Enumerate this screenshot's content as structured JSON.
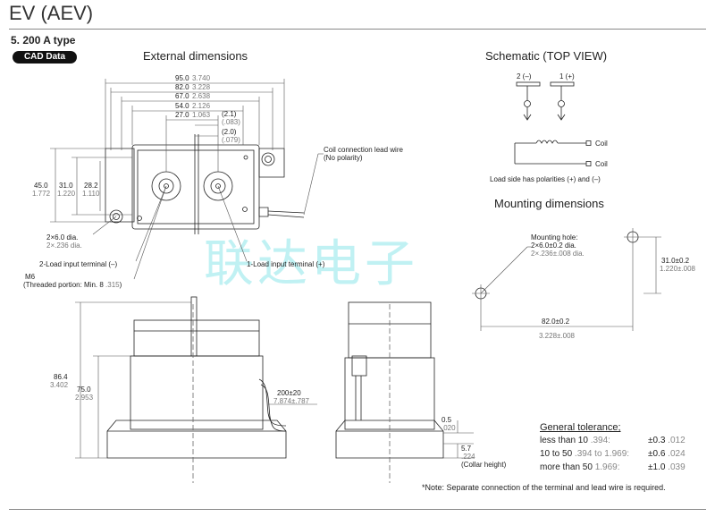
{
  "title": "EV (AEV)",
  "type_label": "5. 200 A type",
  "cad_badge": "CAD Data",
  "headings": {
    "external": "External dimensions",
    "schematic": "Schematic (TOP VIEW)",
    "mounting": "Mounting dimensions"
  },
  "external": {
    "w95": "95.0",
    "w95_in": "3.740",
    "w82": "82.0",
    "w82_in": "3.228",
    "w67": "67.0",
    "w67_in": "2.638",
    "w54": "54.0",
    "w54_in": "2.126",
    "w27": "27.0",
    "w27_in": "1.063",
    "d21": "(2.1)",
    "d21_in": "(.083)",
    "d20": "(2.0)",
    "d20_in": "(.079)",
    "h45": "45.0",
    "h45_in": "1.772",
    "h31": "31.0",
    "h31_in": "1.220",
    "h28": "28.2",
    "h28_in": "1.110",
    "hole": "2×6.0 dia.",
    "hole_in": "2×.236 dia.",
    "coil_lead_1": "Coil connection lead wire",
    "coil_lead_2": "(No polarity)",
    "load2": "2-Load input terminal (–)",
    "load1": "1-Load input terminal (+)",
    "m6": "M6",
    "thread_1": "(Threaded portion: Min. 8 ",
    "thread_in": ".315",
    "thread_2": ")",
    "h864": "86.4",
    "h864_in": "3.402",
    "h75": "75.0",
    "h75_in": "2.953",
    "lead": "200±20",
    "lead_in": "7.874±.787",
    "d05": "0.5",
    "d05_in": ".020",
    "d57": "5.7",
    "d57_in": ".224",
    "collar": "(Collar height)"
  },
  "schematic": {
    "t2": "2 (–)",
    "t1": "1 (+)",
    "coil": "Coil",
    "polarity_note": "Load side has polarities (+) and (–)"
  },
  "mounting": {
    "hole_1": "Mounting hole:",
    "hole_2": "2×6.0±0.2 dia.",
    "hole_3": "2×.236±.008 dia.",
    "v": "31.0±0.2",
    "v_in": "1.220±.008",
    "h": "82.0±0.2",
    "h_in": "3.228±.008"
  },
  "watermark": "联达电子",
  "tolerance": {
    "title": "General tolerance;",
    "rows": [
      {
        "label": "less than 10 ",
        "range": ".394:",
        "tol": "±0.3",
        "tol_in": ".012"
      },
      {
        "label": "10 to 50 ",
        "range": ".394 to 1.969:",
        "tol": "±0.6",
        "tol_in": ".024"
      },
      {
        "label": "more than 50 ",
        "range": "1.969:",
        "tol": "±1.0",
        "tol_in": ".039"
      }
    ]
  },
  "note": "*Note: Separate connection of the terminal and lead wire is required."
}
